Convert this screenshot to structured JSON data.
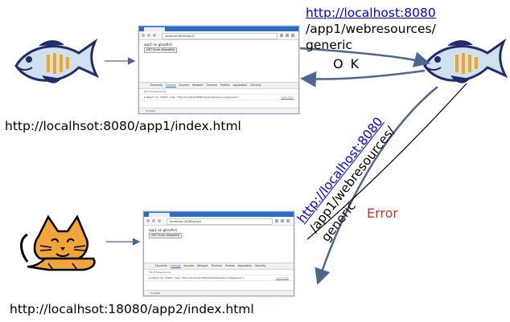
{
  "urls": {
    "app1_page": "http://localhsot:8080/app1/index.html",
    "app2_page": "http://localhsot:18080/app2/index.html"
  },
  "request_ok": {
    "link": "http://localhost:8080",
    "line2": "/app1/webresources/",
    "line3": "generic",
    "response": "O K"
  },
  "request_error": {
    "link": "http://localhost:8080",
    "line2": "/app1/webresources/",
    "line3": "generic",
    "response": "Error"
  },
  "browser_top": {
    "tab": "GlassFish",
    "address": "localhost:8080/app1/",
    "page_text": "app1 on glassfish",
    "page_button": "GET From GlassfiSh",
    "devtools_tabs": [
      "Elements",
      "Console",
      "Sources",
      "Network",
      "Timeline",
      "Profiles",
      "Application",
      "Security"
    ],
    "devtools_filter": "Top    ▾    Preserve log",
    "console_line": "▸ Object {id: \"JSON\", msg: \"http://localhost:8080/app1/webresources/generic\"}",
    "console_source": "index.html",
    "drawer": "Console"
  },
  "browser_bottom": {
    "tab": "GlassFish",
    "address": "localhost:18080/app2/",
    "page_text": "app1 on glassfish",
    "page_button": "GET From GlassfiSh",
    "devtools_tabs": [
      "Elements",
      "Console",
      "Sources",
      "Network",
      "Timeline",
      "Profiles",
      "Application",
      "Security"
    ],
    "devtools_filter": "Top    ▾    Preserve log",
    "console_line": "▸ Object {id: \"JSON\", msg: \"http://localhost:8080/app1/webresources/generic\"}",
    "console_source": "index.html",
    "drawer": "Console"
  },
  "colors": {
    "arrow": "#4d6792",
    "error_text": "#c0392b",
    "link": "#0000ee",
    "fish_body": "#cfe0ee",
    "fish_stripe": "#f2a51e",
    "fish_outline": "#1f2d6b",
    "cat_body": "#f2a53a"
  },
  "icons": [
    "glassfish-server-icon",
    "tomcat-server-icon"
  ]
}
